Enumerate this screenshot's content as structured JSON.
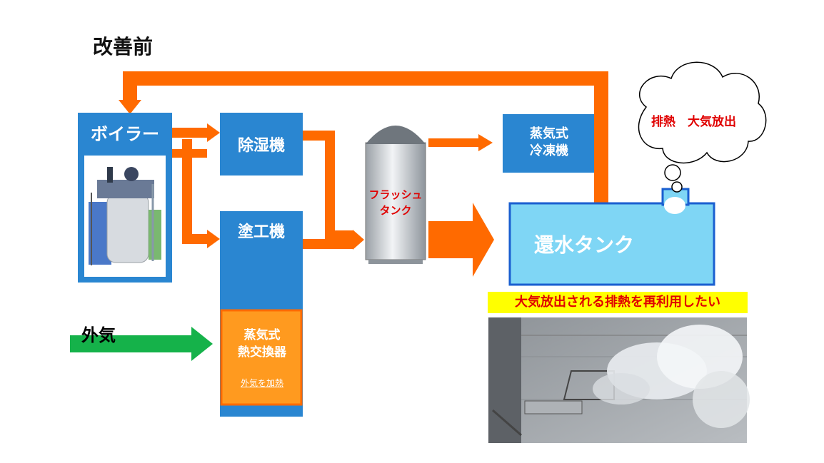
{
  "title": "改善前",
  "nodes": {
    "boiler": "ボイラー",
    "dehumidifier": "除湿機",
    "coater": "塗工機",
    "flash_tank": "フラッシュ\nタンク",
    "steam_refrigerator": "蒸気式\n冷凍機",
    "return_tank": "還水タンク",
    "heat_exchanger": "蒸気式\n熱交換器",
    "heat_exchanger_note": "外気を加熱",
    "outside_air": "外気"
  },
  "cloud_text": "排熱　大気放出",
  "banner": "大気放出される排熱を再利用したい",
  "colors": {
    "box_blue": "#2a86d1",
    "tank_cyan": "#7fd6f5",
    "arrow_orange": "#ff6a00",
    "outside_arrow_green": "#15b24a",
    "hx_orange": "#ff9a1f",
    "banner_yellow": "#ffff00",
    "alert_red": "#e00000"
  }
}
